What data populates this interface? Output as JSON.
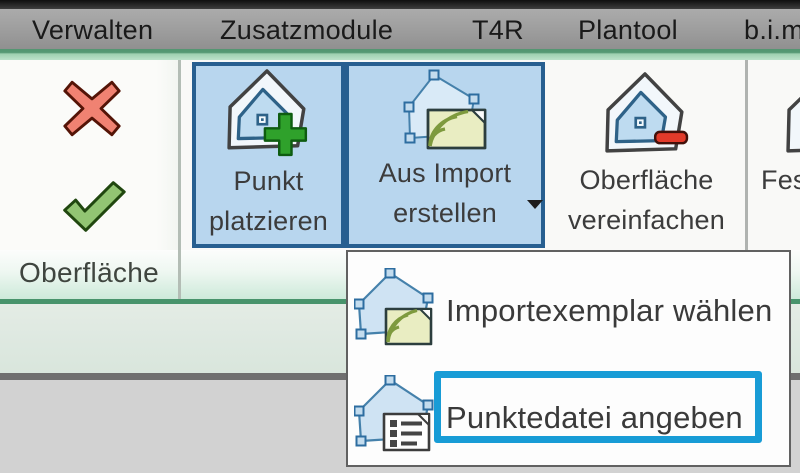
{
  "tabs": [
    {
      "label": "Verwalten"
    },
    {
      "label": "Zusatzmodule"
    },
    {
      "label": "T4R"
    },
    {
      "label": "Plantool"
    },
    {
      "label": "b.i.m"
    }
  ],
  "ribbon": {
    "finish_panel": {
      "label": "Oberfläche",
      "cancel_icon": "red-x-icon",
      "finish_icon": "green-check-icon"
    },
    "buttons": [
      {
        "line1": "Punkt",
        "line2": "platzieren",
        "active": true
      },
      {
        "line1": "Aus Import",
        "line2": "erstellen",
        "active": true,
        "has_dropdown": true
      },
      {
        "line1": "Oberfläche",
        "line2": "vereinfachen",
        "active": false
      },
      {
        "line1": "Fes",
        "line2": "",
        "active": false
      }
    ]
  },
  "menu": {
    "items": [
      {
        "label": "Importexemplar wählen",
        "icon": "import-instance-icon"
      },
      {
        "label": "Punktedatei angeben",
        "icon": "points-file-icon",
        "highlighted": true
      }
    ]
  },
  "colors": {
    "accent_green": "#48946c",
    "button_highlight_blue": "#b8d6ee",
    "button_border_blue": "#275f90",
    "annotation_blue": "#189cd6"
  }
}
